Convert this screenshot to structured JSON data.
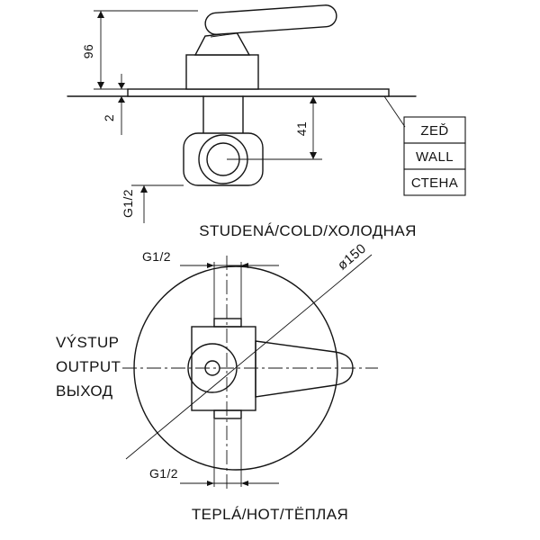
{
  "side_view": {
    "dim_height": "96",
    "dim_plate_thickness": "2",
    "dim_outlet_depth": "41",
    "outlet_thread": "G1/2",
    "wall_labels": [
      "ZEĎ",
      "WALL",
      "СТЕНА"
    ]
  },
  "front_view": {
    "cold_label": "STUDENÁ/COLD/ХОЛОДНАЯ",
    "hot_label": "TEPLÁ/HOT/ТЁПЛАЯ",
    "output_labels": [
      "VÝSTUP",
      "OUTPUT",
      "ВЫХОД"
    ],
    "diameter_label": "ø150",
    "inlet_thread_top": "G1/2",
    "inlet_thread_bottom": "G1/2"
  }
}
